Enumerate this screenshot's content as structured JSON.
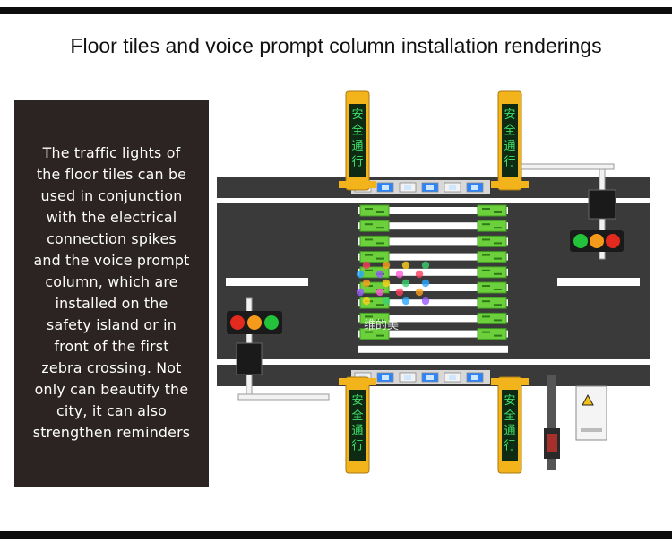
{
  "title": "Floor tiles and voice prompt column installation renderings",
  "description_lines": [
    "The traffic lights of",
    "the floor tiles can be",
    "used in conjunction",
    "with the electrical",
    "connection spikes",
    "and the voice prompt",
    "column, which are",
    "installed on the",
    "safety island or in",
    "front of the first",
    "zebra crossing. Not",
    "only can beautify the",
    "city, it can also",
    "strengthen reminders"
  ],
  "column_text": "安全通行",
  "watermark": "维的美",
  "colors": {
    "road": "#3a3a3a",
    "tile_green": "#6ccf3c",
    "stud_blue": "#2a84ff",
    "column_yellow": "#f2b31b",
    "column_screen": "#0f2a12",
    "screen_text": "#3fe06a",
    "light_red": "#e22a1e",
    "light_amber": "#f59a1a",
    "light_green": "#22c23a",
    "panel_bg": "#2c2422"
  }
}
